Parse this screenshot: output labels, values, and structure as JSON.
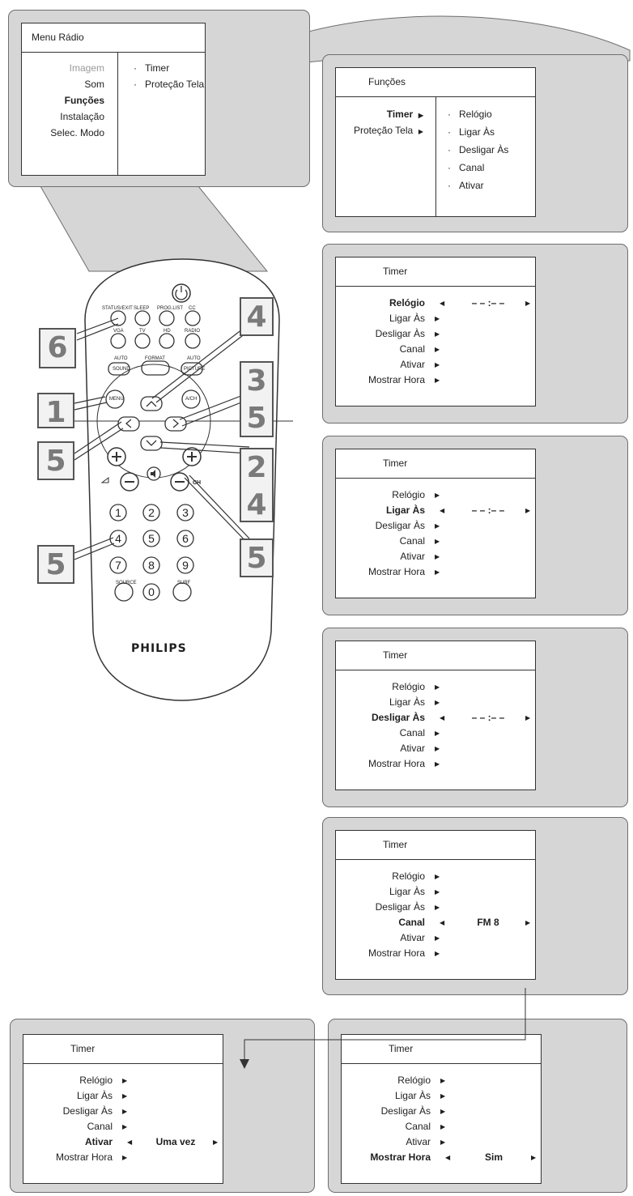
{
  "menu_radio": {
    "title": "Menu Rádio",
    "left_items": [
      "Imagem",
      "Som",
      "Funções",
      "Instalação",
      "Selec. Modo"
    ],
    "right_items": [
      "Timer",
      "Proteção Tela"
    ]
  },
  "funcoes": {
    "title": "Funções",
    "left_items": [
      "Timer",
      "Proteção Tela"
    ],
    "right_items": [
      "Relógio",
      "Ligar Às",
      "Desligar Às",
      "Canal",
      "Ativar"
    ]
  },
  "timer_items": [
    "Relógio",
    "Ligar Às",
    "Desligar Às",
    "Canal",
    "Ativar",
    "Mostrar Hora"
  ],
  "timer_panels": [
    {
      "title": "Timer",
      "selected": 0,
      "value": "– – :– –"
    },
    {
      "title": "Timer",
      "selected": 1,
      "value": "– – :– –"
    },
    {
      "title": "Timer",
      "selected": 2,
      "value": "– – :– –"
    },
    {
      "title": "Timer",
      "selected": 3,
      "value": "FM 8"
    },
    {
      "title": "Timer",
      "selected": 4,
      "value": "Uma vez"
    },
    {
      "title": "Timer",
      "selected": 5,
      "value": "Sim"
    }
  ],
  "remote": {
    "brand": "PHILIPS",
    "labels": {
      "status_exit": "STATUS/EXIT",
      "sleep": "SLEEP",
      "proglist": "PROG.LIST",
      "cc": "CC",
      "vga": "VGA",
      "tv": "TV",
      "hd": "HD",
      "radio": "RADIO",
      "auto1": "AUTO",
      "sound": "SOUND",
      "format": "FORMAT",
      "auto2": "AUTO",
      "picture": "PICTURE",
      "menu": "MENU",
      "ach": "A/CH",
      "source": "SOURCE",
      "surf": "SURF",
      "ch": "CH"
    },
    "digits": [
      "1",
      "2",
      "3",
      "4",
      "5",
      "6",
      "7",
      "8",
      "9",
      "0"
    ]
  },
  "steps": {
    "s6": "6",
    "s1": "1",
    "s5a": "5",
    "s5b": "5",
    "s4a": "4",
    "s3": "3",
    "s5c": "5",
    "s2": "2",
    "s4b": "4",
    "s5d": "5"
  },
  "colors": {
    "panel": "#d6d6d6",
    "badge_text": "#7a7a7a"
  }
}
